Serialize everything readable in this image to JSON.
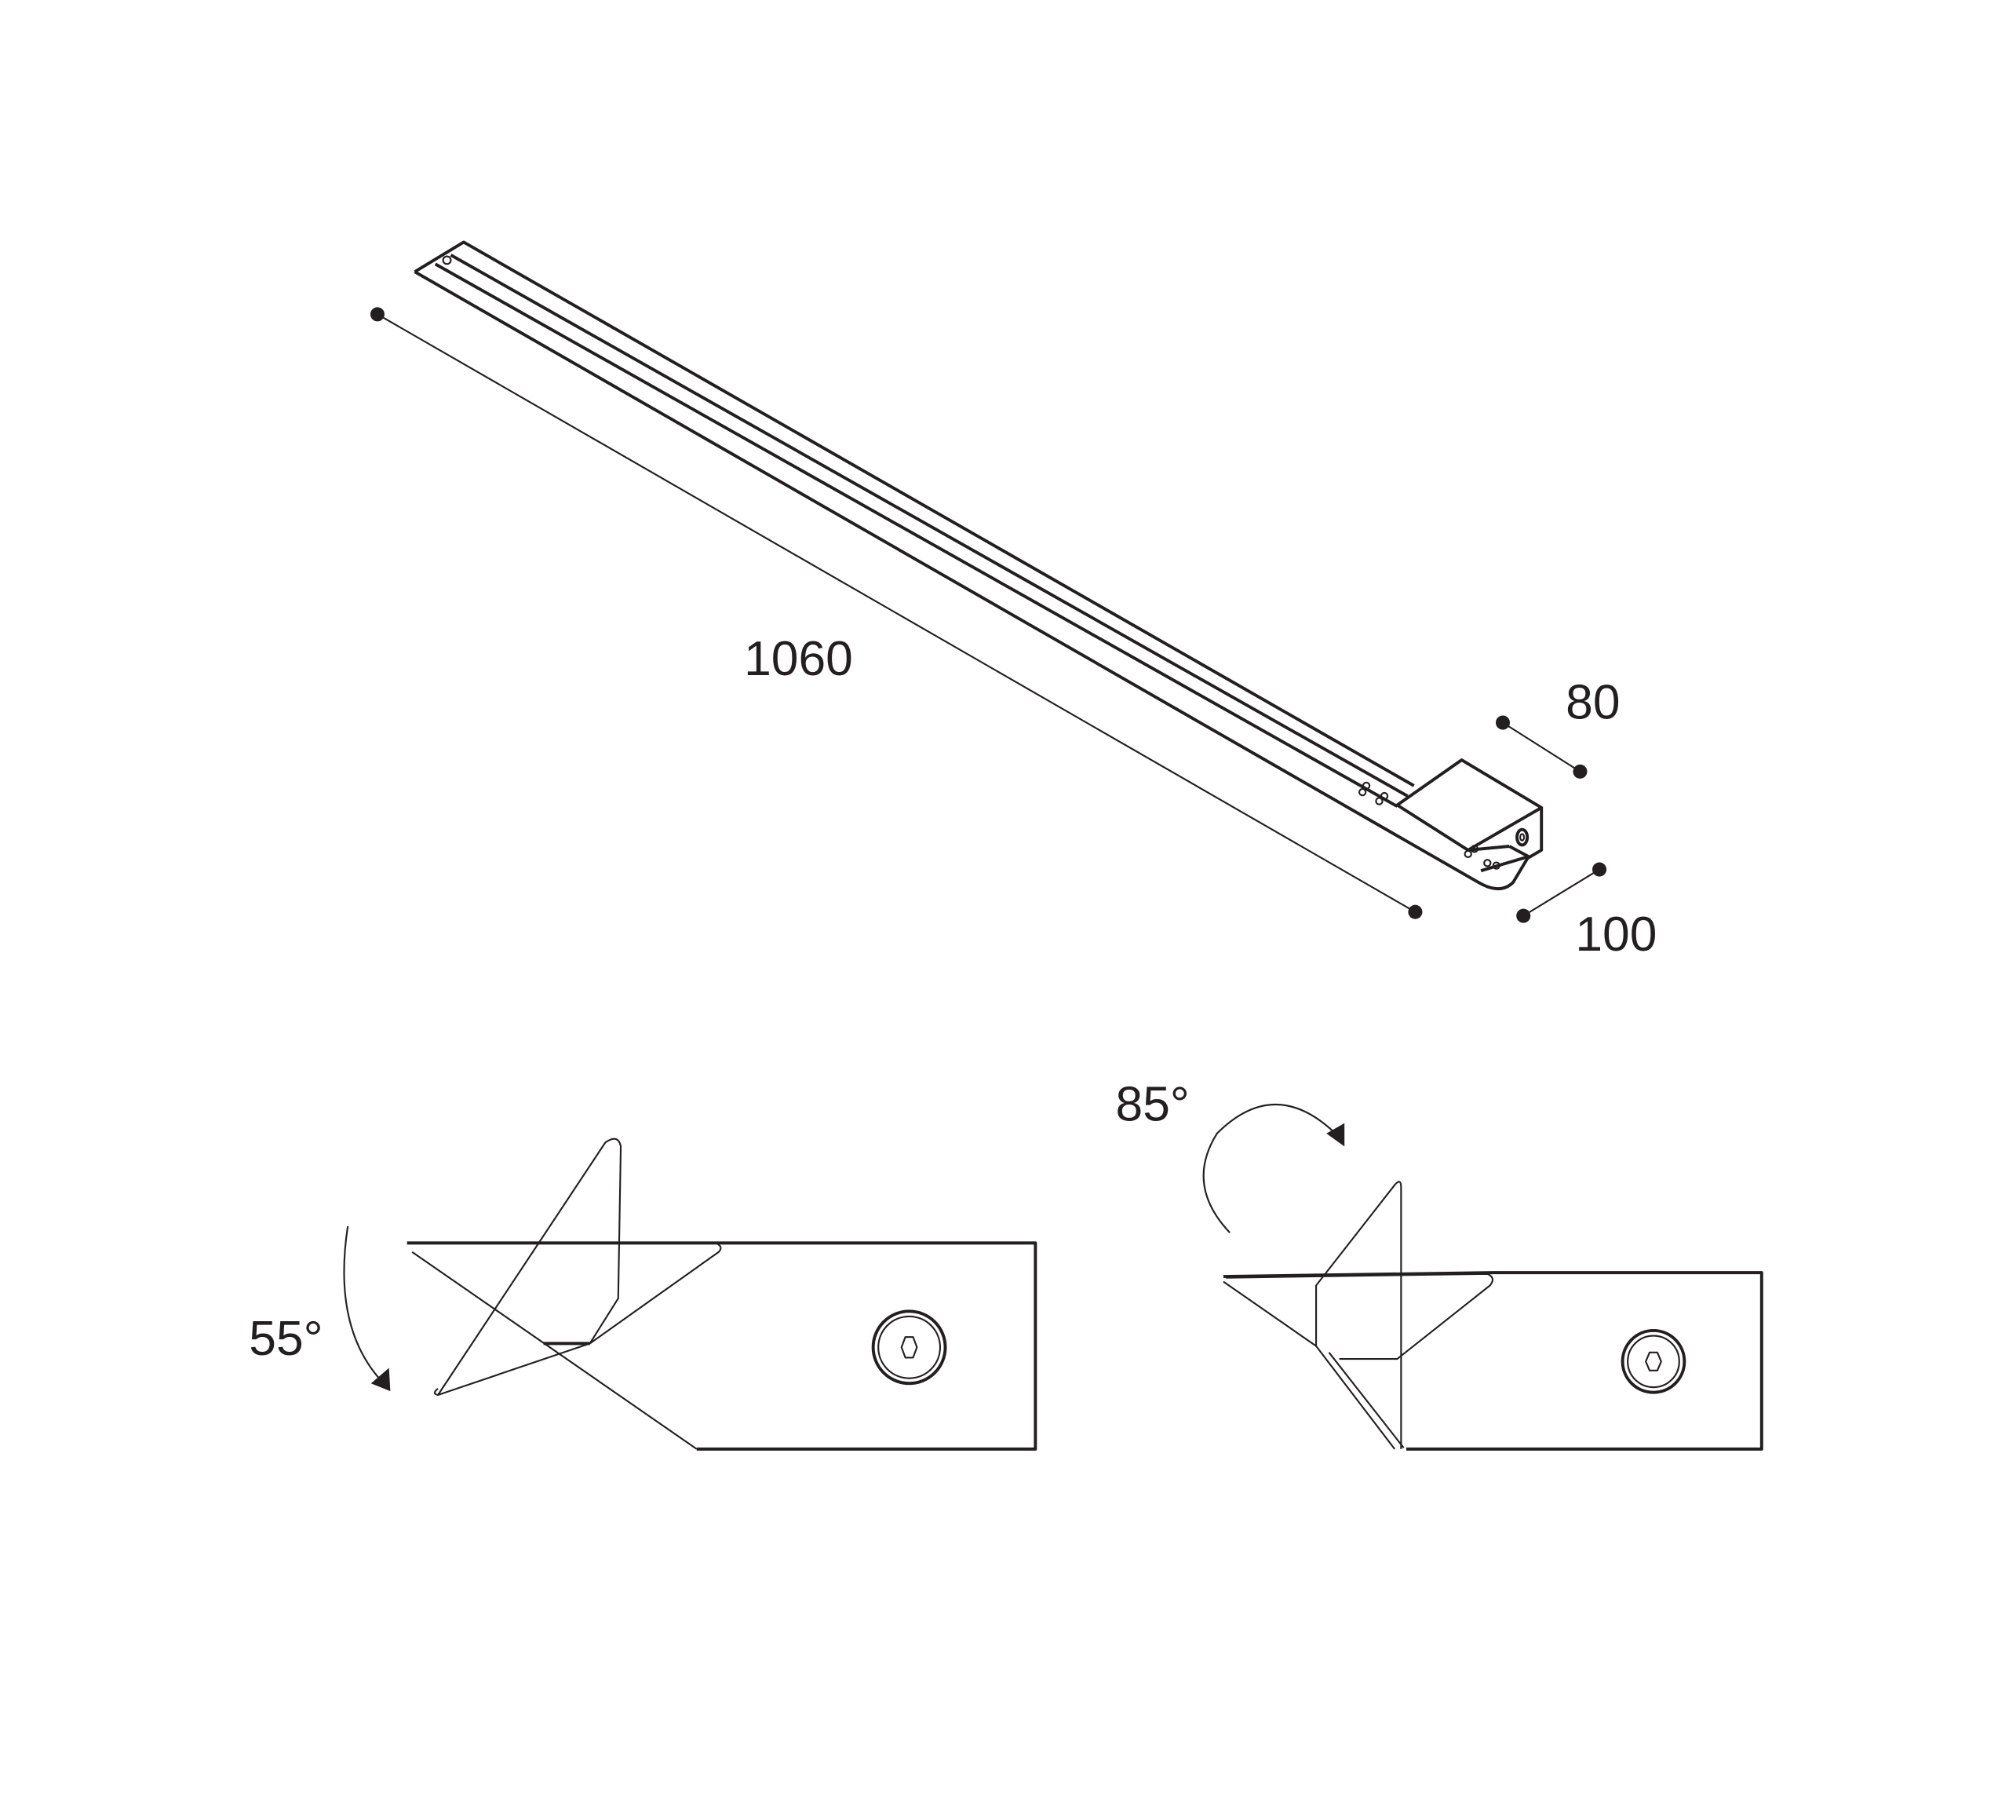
{
  "dimensions": {
    "length": "1060",
    "width": "80",
    "height": "100"
  },
  "angles": {
    "tilt_down": "55°",
    "tilt_up": "85°"
  },
  "colors": {
    "line": "#231f20",
    "background": "#ffffff"
  }
}
